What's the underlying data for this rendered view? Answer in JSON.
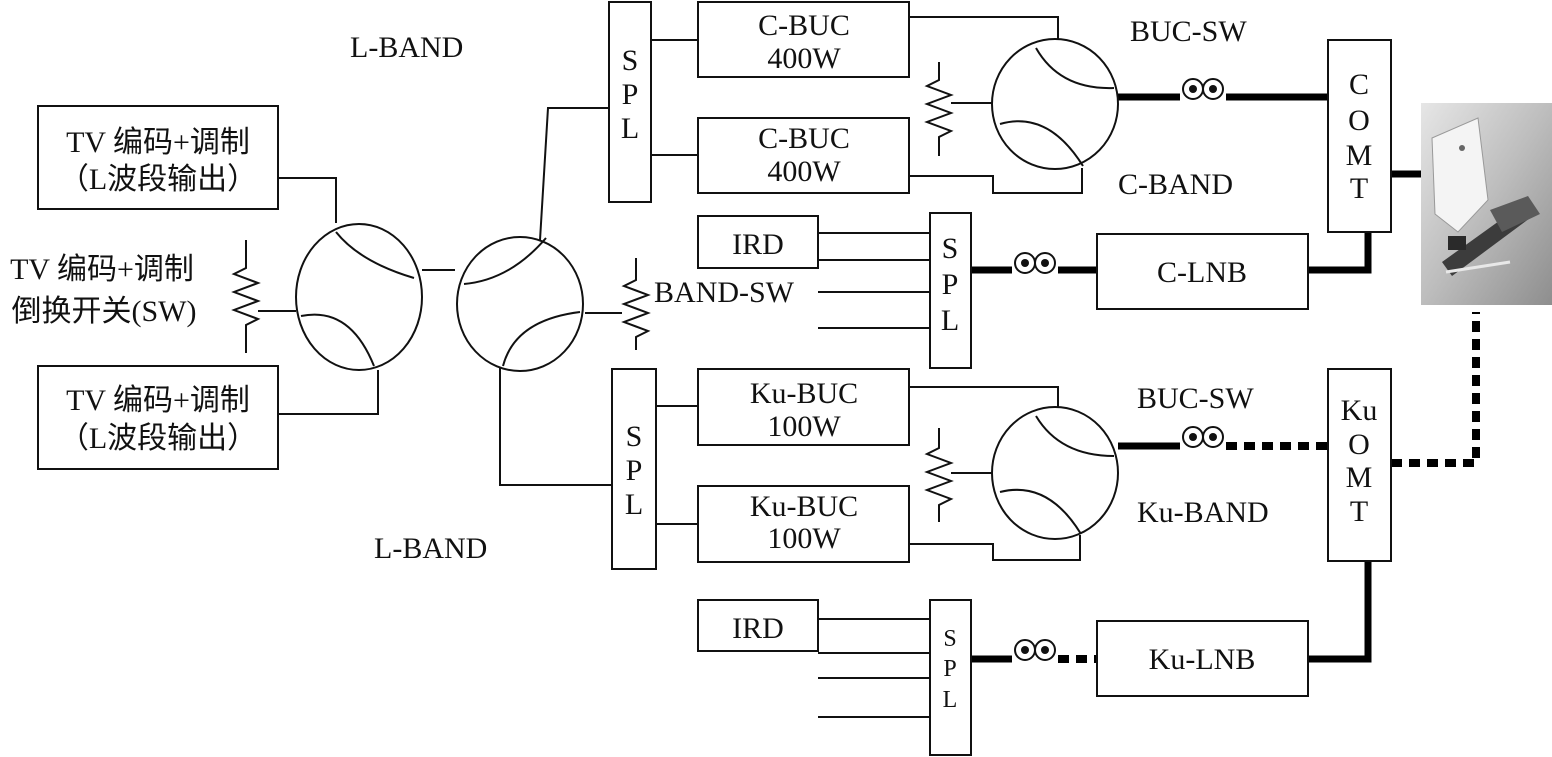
{
  "labels": {
    "l_band_top": "L-BAND",
    "l_band_bottom": "L-BAND",
    "tv_encoder_top_l1": "TV 编码+调制",
    "tv_encoder_top_l2": "（L波段输出）",
    "tv_encoder_bottom_l1": "TV 编码+调制",
    "tv_encoder_bottom_l2": "（L波段输出）",
    "tv_switch_l1": "TV 编码+调制",
    "tv_switch_l2": "倒换开关(SW)",
    "band_sw": "BAND-SW",
    "spl_letters": [
      "S",
      "P",
      "L"
    ],
    "c_buc_1_l1": "C-BUC",
    "c_buc_1_l2": "400W",
    "c_buc_2_l1": "C-BUC",
    "c_buc_2_l2": "400W",
    "ku_buc_1_l1": "Ku-BUC",
    "ku_buc_1_l2": "100W",
    "ku_buc_2_l1": "Ku-BUC",
    "ku_buc_2_l2": "100W",
    "buc_sw_c": "BUC-SW",
    "buc_sw_ku": "BUC-SW",
    "c_band": "C-BAND",
    "ku_band": "Ku-BAND",
    "ird_c": "IRD",
    "ird_ku": "IRD",
    "c_lnb": "C-LNB",
    "ku_lnb": "Ku-LNB",
    "comt_letters": [
      "C",
      "O",
      "M",
      "T"
    ],
    "kuomt_letters": [
      "Ku",
      "O",
      "M",
      "T"
    ]
  },
  "colors": {
    "line": "#111111",
    "background": "#ffffff",
    "antenna_photo": "#bdbdbd"
  },
  "icons": {
    "coax_junction": "double-circle-icon",
    "load": "resistor-zigzag-icon",
    "switch": "waveguide-switch-icon",
    "antenna": "satellite-antenna-photo"
  }
}
